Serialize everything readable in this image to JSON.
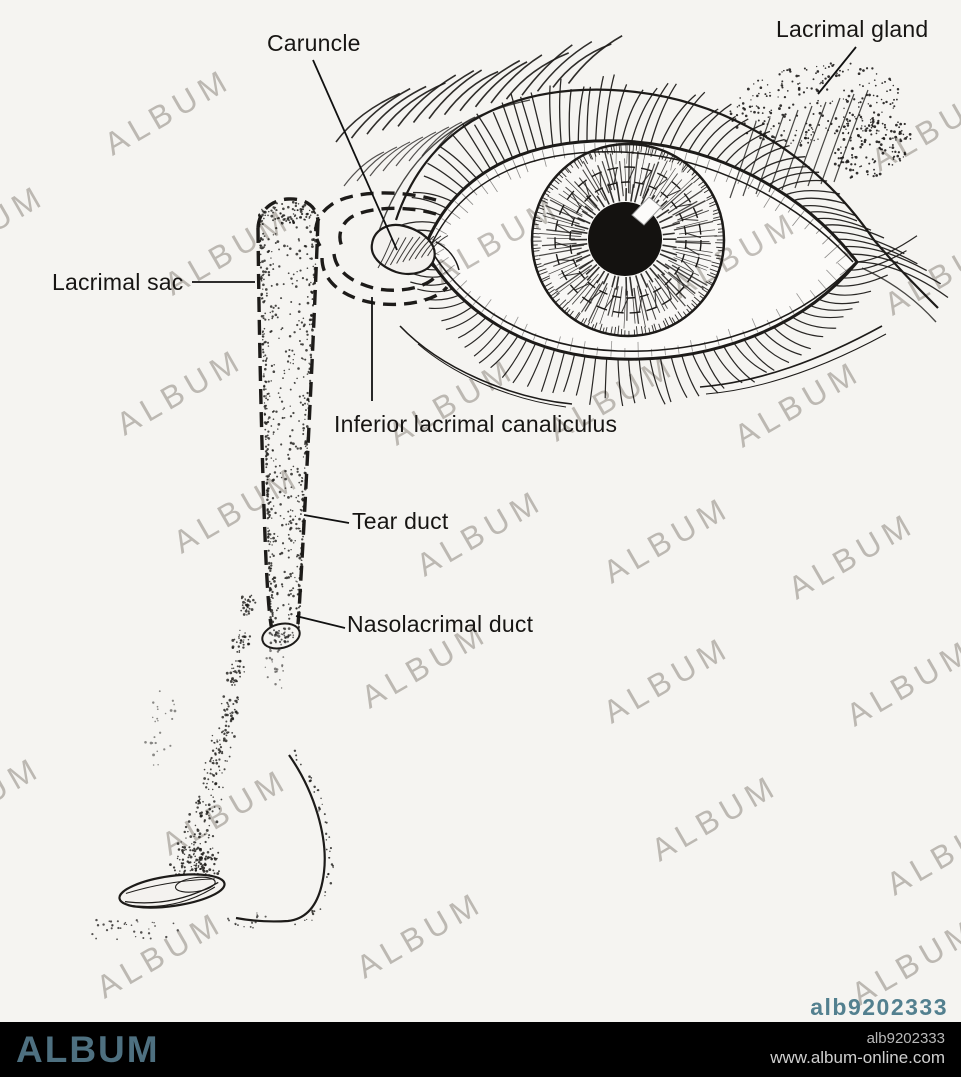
{
  "watermark": {
    "text": "ALBUM",
    "color": "#b5b2ad",
    "positions": [
      [
        168,
        112
      ],
      [
        935,
        128
      ],
      [
        -18,
        228
      ],
      [
        228,
        252
      ],
      [
        497,
        240
      ],
      [
        735,
        255
      ],
      [
        948,
        272
      ],
      [
        180,
        392
      ],
      [
        452,
        402
      ],
      [
        612,
        398
      ],
      [
        798,
        404
      ],
      [
        237,
        510
      ],
      [
        480,
        533
      ],
      [
        667,
        540
      ],
      [
        852,
        556
      ],
      [
        425,
        665
      ],
      [
        667,
        680
      ],
      [
        910,
        683
      ],
      [
        -22,
        800
      ],
      [
        225,
        812
      ],
      [
        715,
        818
      ],
      [
        950,
        852
      ],
      [
        160,
        955
      ],
      [
        420,
        935
      ],
      [
        915,
        962
      ]
    ]
  },
  "labels": {
    "caruncle": "Caruncle",
    "lacrimal_gland": "Lacrimal gland",
    "lacrimal_sac": "Lacrimal sac",
    "inferior_lacrimal_canaliculus": "Inferior lacrimal canaliculus",
    "tear_duct": "Tear duct",
    "nasolacrimal_duct": "Nasolacrimal duct"
  },
  "overlay": {
    "image_id": "alb9202333",
    "color": "#53808f"
  },
  "footer": {
    "brand": "ALBUM",
    "brand_color": "#4e7080",
    "image_id": "alb9202333",
    "website": "www.album-online.com",
    "background": "#000000"
  }
}
